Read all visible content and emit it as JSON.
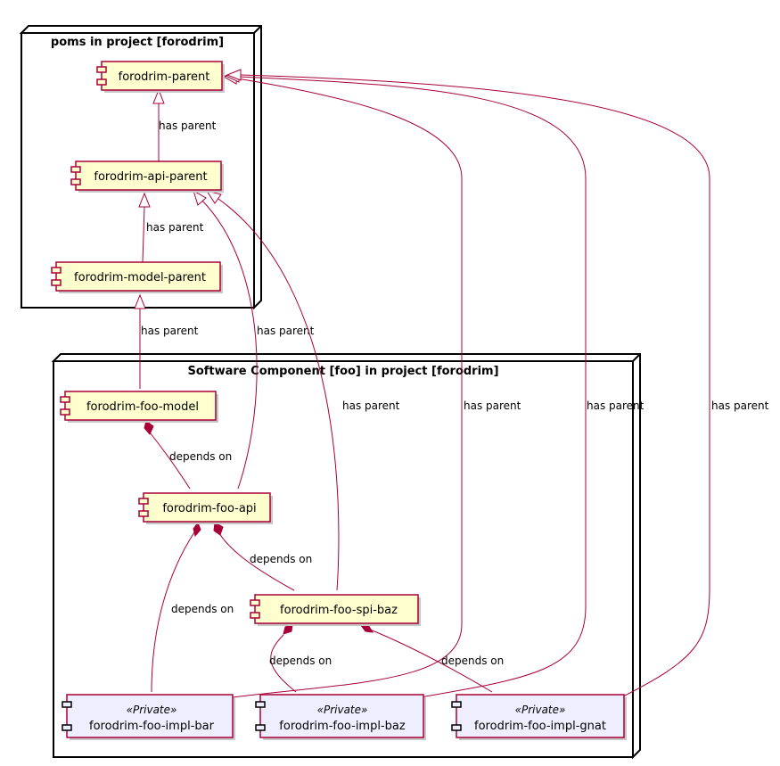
{
  "nodes": {
    "poms": {
      "title": "poms in project [forodrim]"
    },
    "foo": {
      "title": "Software Component [foo] in project [forodrim]"
    }
  },
  "components": {
    "forodrim_parent": {
      "label": "forodrim-parent"
    },
    "forodrim_api_parent": {
      "label": "forodrim-api-parent"
    },
    "forodrim_model_parent": {
      "label": "forodrim-model-parent"
    },
    "forodrim_foo_model": {
      "label": "forodrim-foo-model"
    },
    "forodrim_foo_api": {
      "label": "forodrim-foo-api"
    },
    "forodrim_foo_spi_baz": {
      "label": "forodrim-foo-spi-baz"
    },
    "forodrim_foo_impl_bar": {
      "label": "forodrim-foo-impl-bar",
      "stereotype": "«Private»"
    },
    "forodrim_foo_impl_baz": {
      "label": "forodrim-foo-impl-baz",
      "stereotype": "«Private»"
    },
    "forodrim_foo_impl_gnat": {
      "label": "forodrim-foo-impl-gnat",
      "stereotype": "«Private»"
    }
  },
  "edge_labels": {
    "api_parent_to_parent": "has parent",
    "model_parent_to_api_parent": "has parent",
    "foo_model_to_model_parent": "has parent",
    "foo_api_to_api_parent": "has parent",
    "spi_baz_to_api_parent": "has parent",
    "impl_bar_to_parent": "has parent",
    "impl_baz_to_parent": "has parent",
    "impl_gnat_to_parent": "has parent",
    "foo_api_depends_foo_model": "depends on",
    "spi_baz_depends_foo_api": "depends on",
    "impl_bar_depends_foo_api": "depends on",
    "impl_baz_depends_spi_baz": "depends on",
    "impl_gnat_depends_spi_baz": "depends on"
  },
  "colors": {
    "edge": "#A80036",
    "public_component_fill": "#FEFECE",
    "private_component_fill": "#EEEEFF"
  }
}
